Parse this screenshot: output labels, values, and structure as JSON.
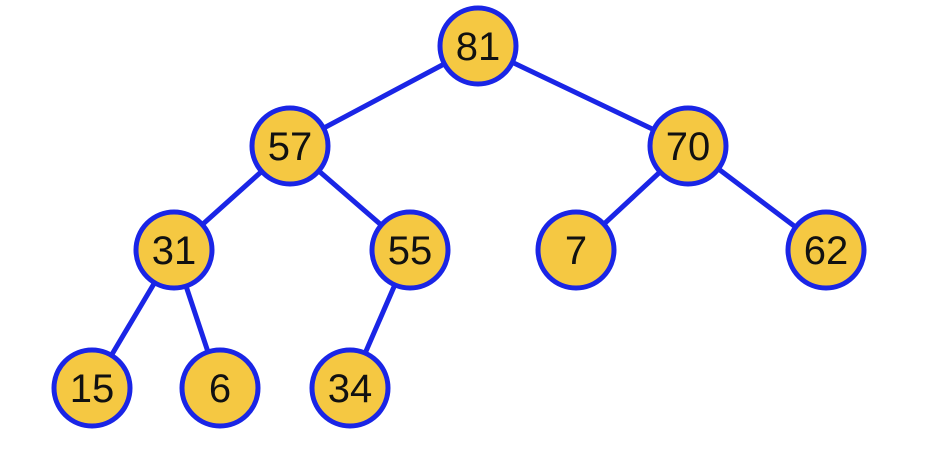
{
  "colors": {
    "edge": "#1a25e6",
    "node_fill": "#f5c842",
    "node_stroke": "#1a25e6",
    "label": "#111111"
  },
  "tree": {
    "nodes": [
      {
        "id": "n81",
        "label": "81"
      },
      {
        "id": "n57",
        "label": "57"
      },
      {
        "id": "n70",
        "label": "70"
      },
      {
        "id": "n31",
        "label": "31"
      },
      {
        "id": "n55",
        "label": "55"
      },
      {
        "id": "n7",
        "label": "7"
      },
      {
        "id": "n62",
        "label": "62"
      },
      {
        "id": "n15",
        "label": "15"
      },
      {
        "id": "n6",
        "label": "6"
      },
      {
        "id": "n34",
        "label": "34"
      }
    ],
    "edges": [
      {
        "from": "n81",
        "to": "n57"
      },
      {
        "from": "n81",
        "to": "n70"
      },
      {
        "from": "n57",
        "to": "n31"
      },
      {
        "from": "n57",
        "to": "n55"
      },
      {
        "from": "n70",
        "to": "n7"
      },
      {
        "from": "n70",
        "to": "n62"
      },
      {
        "from": "n31",
        "to": "n15"
      },
      {
        "from": "n31",
        "to": "n6"
      },
      {
        "from": "n55",
        "to": "n34"
      }
    ]
  }
}
